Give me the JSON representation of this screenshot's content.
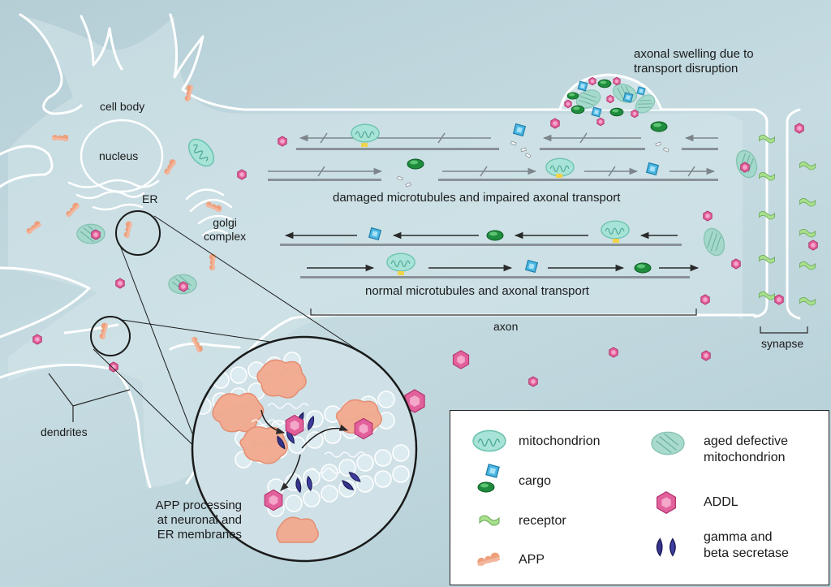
{
  "labels": {
    "cell_body": "cell body",
    "nucleus": "nucleus",
    "er": "ER",
    "golgi_line1": "golgi",
    "golgi_line2": "complex",
    "dendrites": "dendrites",
    "axon": "axon",
    "synapse": "synapse",
    "swelling_line1": "axonal swelling due to",
    "swelling_line2": "transport disruption",
    "damaged": "damaged microtubules and impaired axonal transport",
    "normal": "normal microtubules and axonal transport",
    "app_line1": "APP processing",
    "app_line2": "at neuronal and",
    "app_line3": "ER membranes"
  },
  "legend": {
    "mitochondrion": "mitochondrion",
    "aged_line1": "aged defective",
    "aged_line2": "mitochondrion",
    "cargo": "cargo",
    "addl": "ADDL",
    "receptor": "receptor",
    "secretase_line1": "gamma and",
    "secretase_line2": "beta secretase",
    "app": "APP"
  },
  "colors": {
    "background": "#bdd5dc",
    "membrane": "#ffffff",
    "mitochondrion": "#a7e3d6",
    "cargo": "#49b6e3",
    "cargo_green": "#1e8c3c",
    "addl": "#e2609b",
    "receptor": "#a8e08c",
    "app": "#ee9f7c",
    "secretase": "#35338a",
    "microtubule": "#8a9297"
  }
}
